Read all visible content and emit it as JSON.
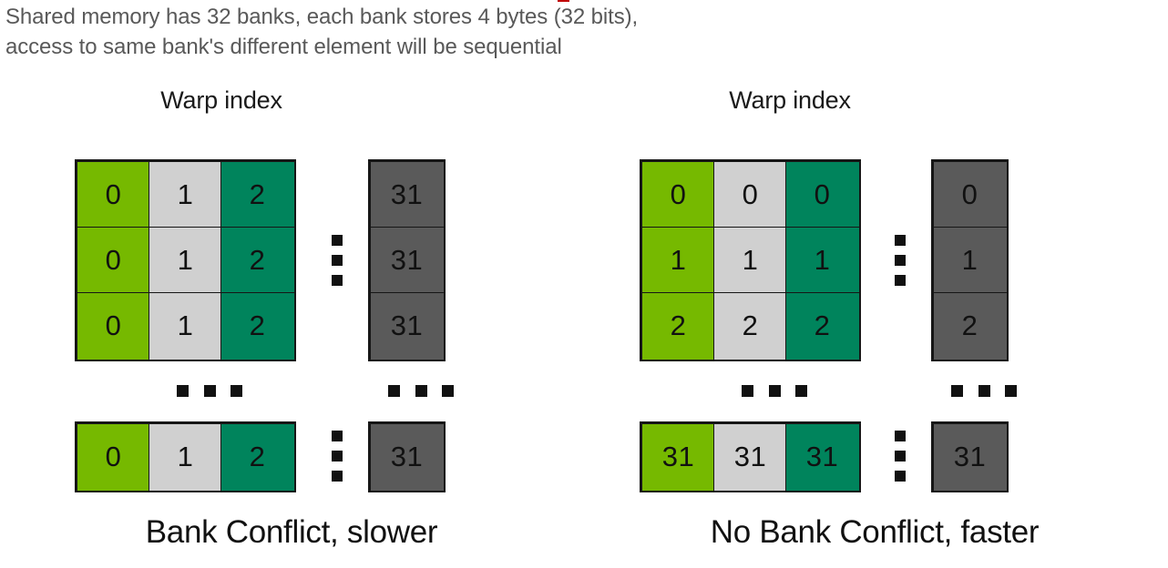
{
  "header": {
    "text": "Shared memory has 32 banks, each bank stores 4 bytes (32 bits),\naccess to same bank's different element will be sequential",
    "text_color": "#595959",
    "red_mark_color": "#c00000"
  },
  "colors": {
    "green": "#76b900",
    "gray": "#d0d0d0",
    "teal": "#00845c",
    "dark_gray": "#5a5a5a",
    "border": "#161616",
    "text": "#111111"
  },
  "panels": [
    {
      "id": "bank-conflict",
      "title": "Warp index",
      "caption": "Bank Conflict, slower",
      "main_rows": [
        [
          "0",
          "1",
          "2"
        ],
        [
          "0",
          "1",
          "2"
        ],
        [
          "0",
          "1",
          "2"
        ]
      ],
      "last_row": [
        "0",
        "1",
        "2"
      ],
      "bank_column": [
        "31",
        "31",
        "31"
      ],
      "bank_last": "31",
      "vertical_ellipsis": "⋮",
      "horizontal_ellipsis": "…"
    },
    {
      "id": "no-bank-conflict",
      "title": "Warp index",
      "caption": "No Bank Conflict, faster",
      "main_rows": [
        [
          "0",
          "0",
          "0"
        ],
        [
          "1",
          "1",
          "1"
        ],
        [
          "2",
          "2",
          "2"
        ]
      ],
      "last_row": [
        "31",
        "31",
        "31"
      ],
      "bank_column": [
        "0",
        "1",
        "2"
      ],
      "bank_last": "31",
      "vertical_ellipsis": "⋮",
      "horizontal_ellipsis": "…"
    }
  ]
}
